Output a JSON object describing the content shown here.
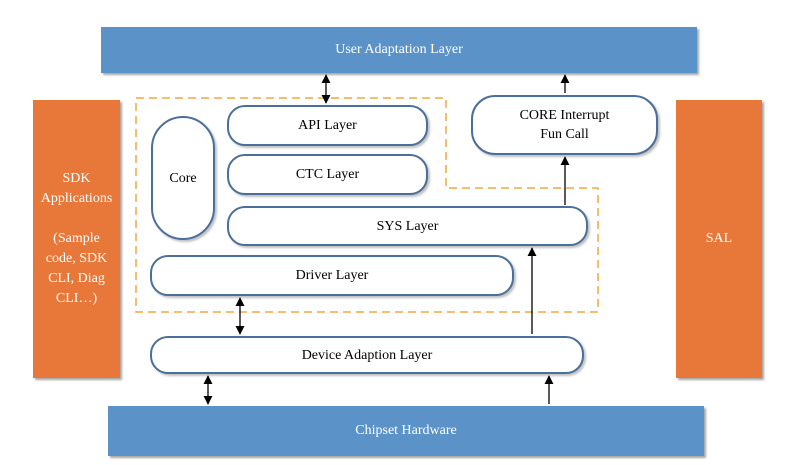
{
  "diagram": {
    "user_adaptation": "User Adaptation Layer",
    "chipset_hardware": "Chipset Hardware",
    "sdk_apps": {
      "title_line1": "SDK",
      "title_line2": "Applications",
      "detail_line1": "(Sample",
      "detail_line2": "code, SDK",
      "detail_line3": "CLI, Diag",
      "detail_line4": "CLI…)"
    },
    "sal": "SAL",
    "core": "Core",
    "api_layer": "API Layer",
    "ctc_layer": "CTC Layer",
    "sys_layer": "SYS Layer",
    "driver_layer": "Driver Layer",
    "device_adaption": "Device Adaption Layer",
    "core_interrupt_line1": "CORE Interrupt",
    "core_interrupt_line2": "Fun Call",
    "colors": {
      "blue_block": "#5b93c8",
      "orange_block": "#e8773a",
      "pill_border": "#4a6f9b",
      "dashed_outline": "#f2a93b"
    }
  }
}
